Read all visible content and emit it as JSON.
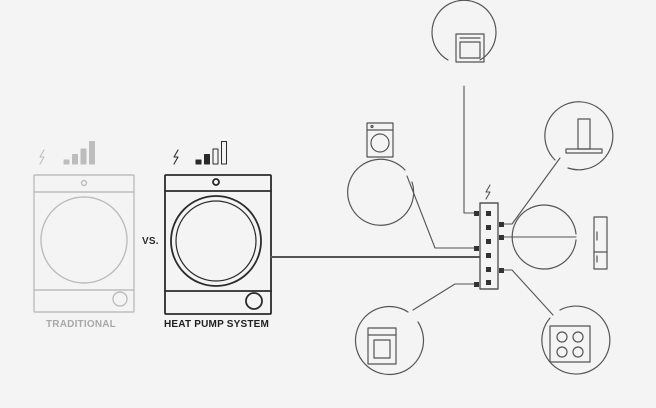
{
  "labels": {
    "traditional": "TRADITIONAL",
    "heat_pump": "HEAT PUMP SYSTEM",
    "versus": "VS."
  },
  "colors": {
    "background": "#f4f4f4",
    "traditional": "#bdbdbd",
    "heat_pump": "#2b2b2b",
    "lines": "#555555",
    "label_traditional": "#a8a8a8",
    "label_heat_pump": "#1f1f1f"
  },
  "signal_bars": {
    "traditional_filled": 4,
    "heat_pump_filled": 2,
    "total": 4
  },
  "appliances": [
    {
      "icon": "oven-icon"
    },
    {
      "icon": "washing-machine-icon"
    },
    {
      "icon": "cooker-hood-icon"
    },
    {
      "icon": "fridge-freezer-icon"
    },
    {
      "icon": "hob-icon"
    },
    {
      "icon": "dishwasher-icon"
    }
  ],
  "icons": {
    "power": "lightning-bolt-icon",
    "hub": "power-strip-hub"
  }
}
